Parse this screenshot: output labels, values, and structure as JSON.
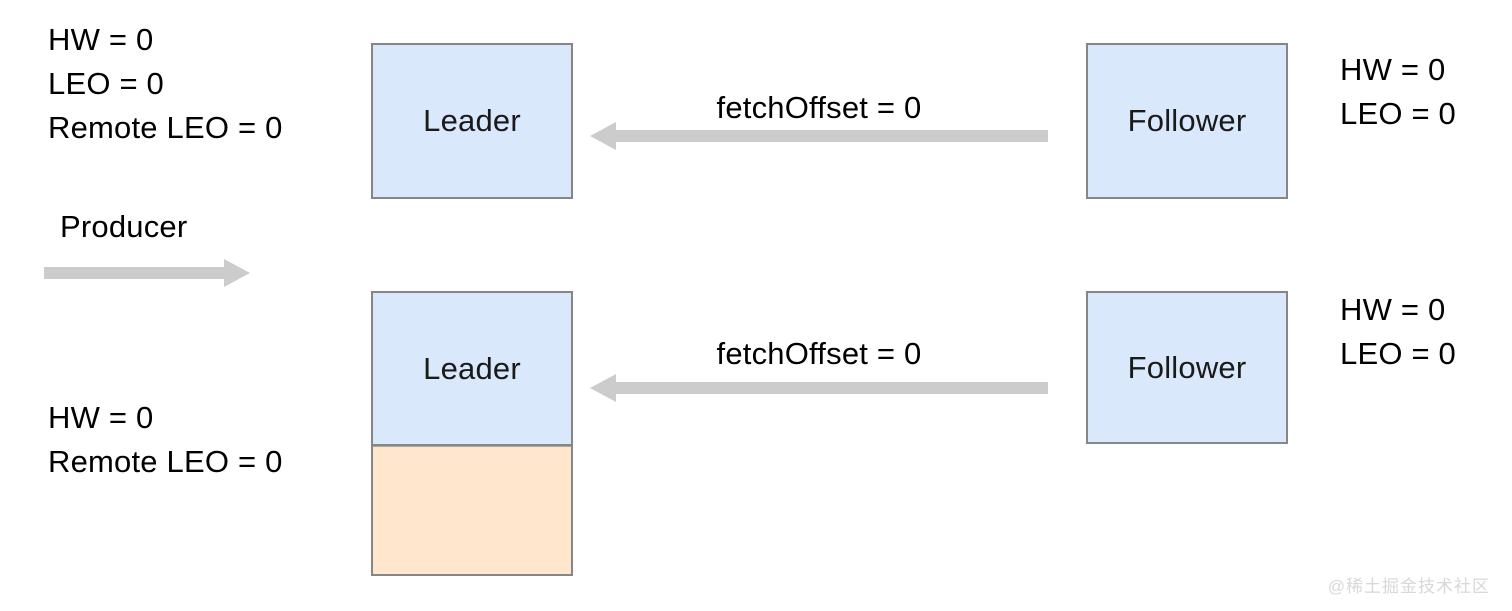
{
  "diagram": {
    "title": "Kafka Leader-Follower HW/LEO replication diagram",
    "colors": {
      "node_fill": "#dae8fc",
      "node_border": "#868686",
      "log_segment_fill": "#ffe6cc",
      "arrow": "#cccccc",
      "text": "#000000",
      "watermark": "#d8d8d8"
    },
    "rows": [
      {
        "id": "row-top",
        "left_state": {
          "lines": [
            "HW = 0",
            "LEO = 0",
            "Remote LEO = 0"
          ]
        },
        "leader": {
          "label": "Leader",
          "has_log_segment": false
        },
        "arrow": {
          "label": "fetchOffset = 0",
          "direction": "left"
        },
        "follower": {
          "label": "Follower"
        },
        "right_state": {
          "lines": [
            "HW = 0",
            "LEO = 0"
          ]
        }
      },
      {
        "id": "row-bottom",
        "left_state": {
          "lines": [
            "HW = 0",
            "Remote LEO = 0"
          ]
        },
        "leader": {
          "label": "Leader",
          "has_log_segment": true
        },
        "arrow": {
          "label": "fetchOffset = 0",
          "direction": "left"
        },
        "follower": {
          "label": "Follower"
        },
        "right_state": {
          "lines": [
            "HW = 0",
            "LEO = 0"
          ]
        }
      }
    ],
    "producer": {
      "label": "Producer",
      "direction": "right"
    },
    "watermark": "@稀土掘金技术社区"
  }
}
